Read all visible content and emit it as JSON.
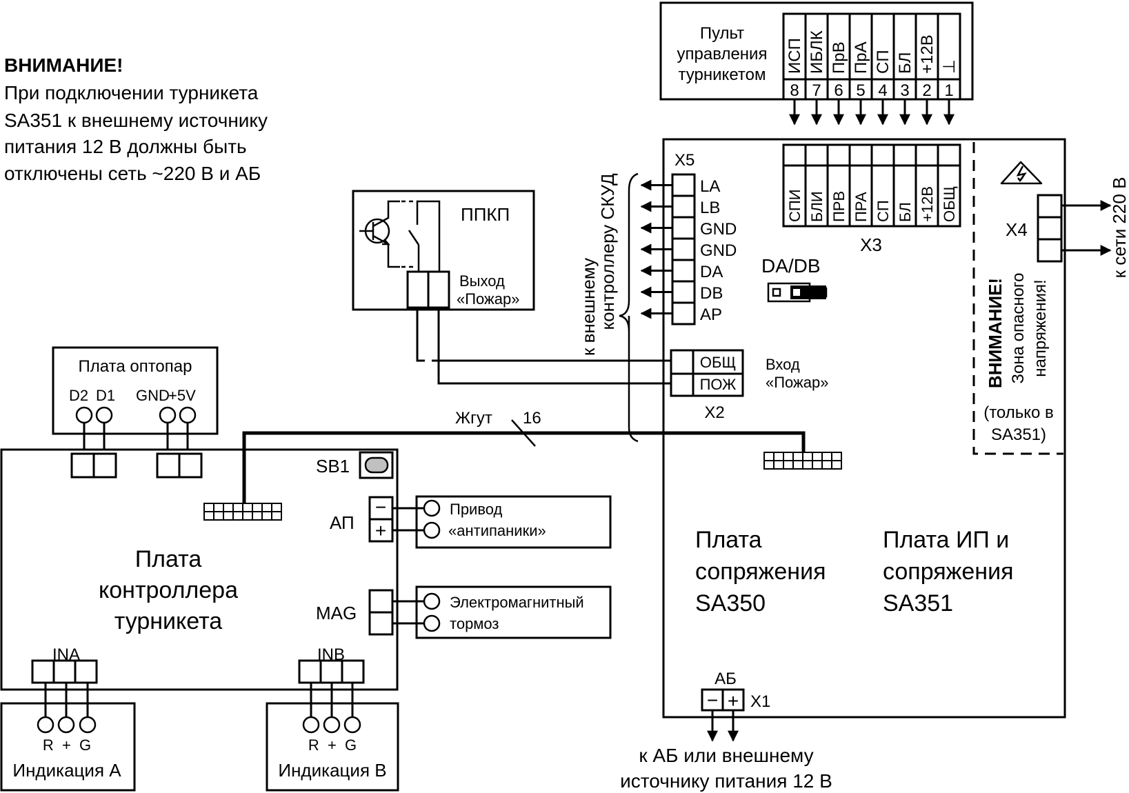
{
  "warning": {
    "title": "ВНИМАНИЕ!",
    "lines": [
      "При подключении  турникета",
      "SA351 к внешнему источнику",
      "питания 12 В должны быть",
      "отключены сеть ~220 В и АБ"
    ]
  },
  "control_panel": {
    "title_lines": [
      "Пульт",
      "управления",
      "турникетом"
    ],
    "pins": [
      {
        "label": "ИСП",
        "number": "8"
      },
      {
        "label": "ИБЛК",
        "number": "7"
      },
      {
        "label": "ПрВ",
        "number": "6"
      },
      {
        "label": "ПрА",
        "number": "5"
      },
      {
        "label": "СП",
        "number": "4"
      },
      {
        "label": "БЛ",
        "number": "3"
      },
      {
        "label": "+12В",
        "number": "2"
      },
      {
        "label": "⊥",
        "number": "1"
      }
    ]
  },
  "x3": {
    "name": "X3",
    "pins": [
      "СПИ",
      "БЛИ",
      "ПРВ",
      "ПРА",
      "СП",
      "БЛ",
      "+12В",
      "ОБЩ"
    ]
  },
  "x5": {
    "name": "X5",
    "pins": [
      "LA",
      "LB",
      "GND",
      "GND",
      "DA",
      "DB",
      "AP"
    ],
    "external_label_lines": [
      "к внешнему",
      "контроллеру СКУД"
    ]
  },
  "jumper": {
    "label": "DA/DB"
  },
  "x4": {
    "name": "X4",
    "mains_label": "к сети 220 В"
  },
  "danger_zone": {
    "title": "ВНИМАНИЕ!",
    "lines": [
      "Зона опасного",
      "напряжения!"
    ],
    "note_lines": [
      "(только в",
      "SA351)"
    ]
  },
  "ppkp": {
    "title": "ППКП",
    "output_lines": [
      "Выход",
      "«Пожар»"
    ]
  },
  "x2": {
    "name": "X2",
    "pins": [
      "ОБЩ",
      "ПОЖ"
    ],
    "input_lines": [
      "Вход",
      "«Пожар»"
    ]
  },
  "harness": {
    "label": "Жгут",
    "count": "16"
  },
  "optocoupler_board": {
    "title": "Плата оптопар",
    "pins": [
      "D2",
      "D1",
      "GND",
      "+5V"
    ]
  },
  "controller_board": {
    "title_lines": [
      "Плата",
      "контроллера",
      "турникета"
    ],
    "sb1": "SB1",
    "ap": "АП",
    "mag": "MAG",
    "ina": "INA",
    "inb": "INB"
  },
  "antipanic": {
    "lines": [
      "Привод",
      "«антипаники»"
    ],
    "minus": "−",
    "plus": "+"
  },
  "brake": {
    "lines": [
      "Электромагнитный",
      "тормоз"
    ]
  },
  "indication_a": {
    "pins": "R  +  G",
    "title": "Индикация А"
  },
  "indication_b": {
    "pins": "R  +  G",
    "title": "Индикация В"
  },
  "interface_board": {
    "sa350_lines": [
      "Плата",
      "сопряжения",
      "SA350"
    ],
    "sa351_lines": [
      "Плата ИП и",
      "сопряжения",
      "SA351"
    ]
  },
  "x1": {
    "name": "X1",
    "label": "АБ",
    "minus": "−",
    "plus": "+",
    "dest_lines": [
      "к АБ или внешнему",
      "источнику питания 12 В"
    ]
  }
}
